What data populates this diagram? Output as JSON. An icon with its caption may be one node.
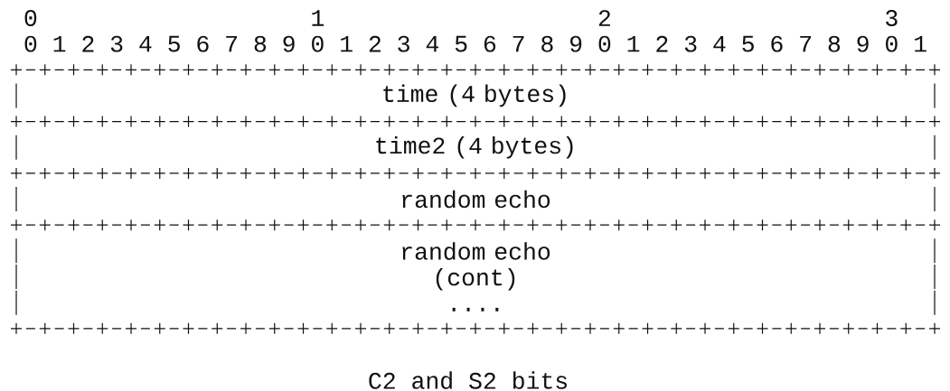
{
  "diagram": {
    "caption": "C2 and S2 bits",
    "nodes": [
      {
        "text": [
          "time (4 bytes)"
        ]
      },
      {
        "text": [
          "time2 (4 bytes)"
        ]
      },
      {
        "text": [
          "random echo"
        ]
      },
      {
        "text": [
          "random echo (cont)",
          "...."
        ]
      }
    ],
    "labels": [
      "0",
      "1",
      "2",
      "3",
      "0",
      "1",
      "2",
      "3",
      "4",
      "5",
      "6",
      "7",
      "8",
      "9",
      "0",
      "1",
      "2",
      "3",
      "4",
      "5",
      "6",
      "7",
      "8",
      "9",
      "0",
      "1",
      "2",
      "3",
      "4",
      "5",
      "6",
      "7",
      "8",
      "9",
      "0",
      "1"
    ]
  }
}
